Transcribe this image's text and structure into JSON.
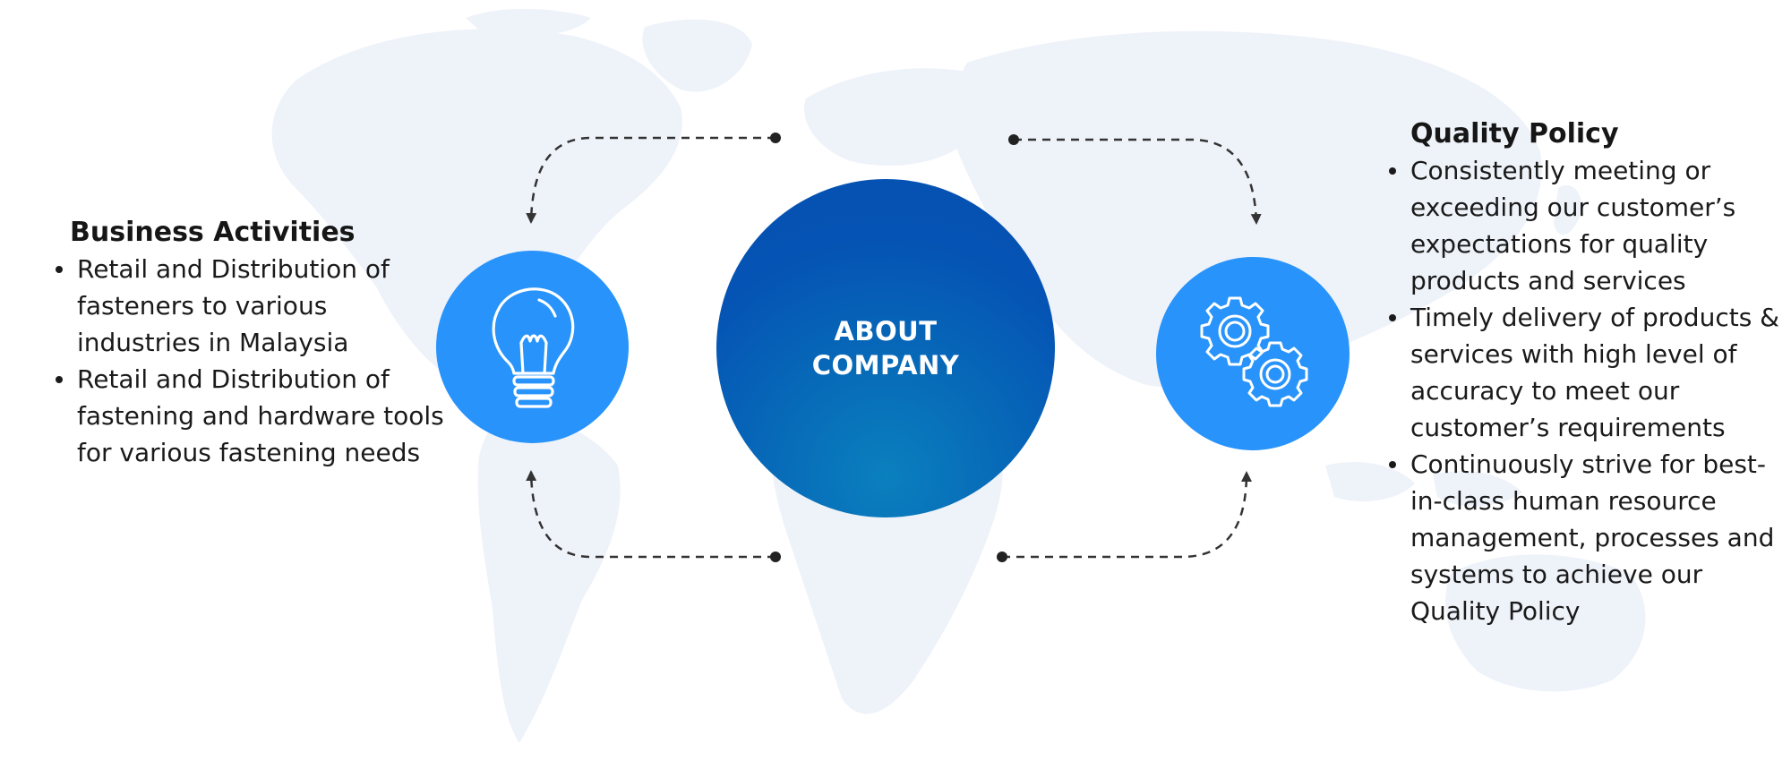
{
  "center": {
    "line1": "ABOUT",
    "line2": "COMPANY"
  },
  "business": {
    "title": "Business Activities",
    "items": [
      "Retail and Distribution of fasteners to various industries in Malaysia",
      "Retail and Distribution of fastening and hardware tools for various fastening needs"
    ]
  },
  "quality": {
    "title": "Quality Policy",
    "items": [
      "Consistently meeting or exceeding our customer’s expectations for quality products and services",
      "Timely delivery of products & services with high level of accuracy to meet our customer’s requirements",
      "Continuously strive for best-in-class human resource management, processes and systems to achieve our Quality Policy"
    ]
  },
  "icons": {
    "left": "lightbulb-icon",
    "right": "gears-icon"
  },
  "colors": {
    "icon_circle": "#2893fb",
    "center_circle": "#0553b4",
    "map": "#eef2f9",
    "arrow": "#333333"
  }
}
